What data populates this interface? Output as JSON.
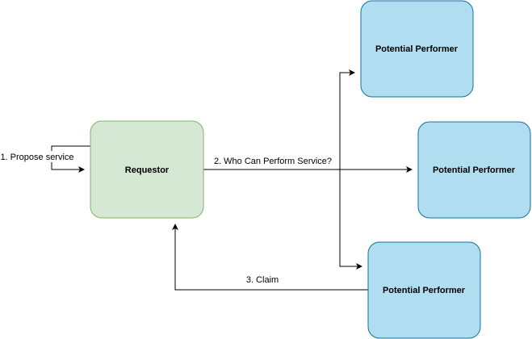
{
  "diagram": {
    "nodes": {
      "requestor": {
        "label": "Requestor",
        "fill": "#d5e8d4",
        "stroke": "#82b366"
      },
      "performer_top": {
        "label": "Potential Performer",
        "fill": "#b1ddf0",
        "stroke": "#10739e"
      },
      "performer_middle": {
        "label": "Potential Performer",
        "fill": "#b1ddf0",
        "stroke": "#10739e"
      },
      "performer_bottom": {
        "label": "Potential Performer",
        "fill": "#b1ddf0",
        "stroke": "#10739e"
      }
    },
    "edges": {
      "propose": {
        "label": "1. Propose service"
      },
      "who_can_perform": {
        "label": "2. Who Can Perform Service?"
      },
      "claim": {
        "label": "3. Claim"
      }
    },
    "colors": {
      "line": "#000000",
      "background": "#ffffff"
    }
  }
}
